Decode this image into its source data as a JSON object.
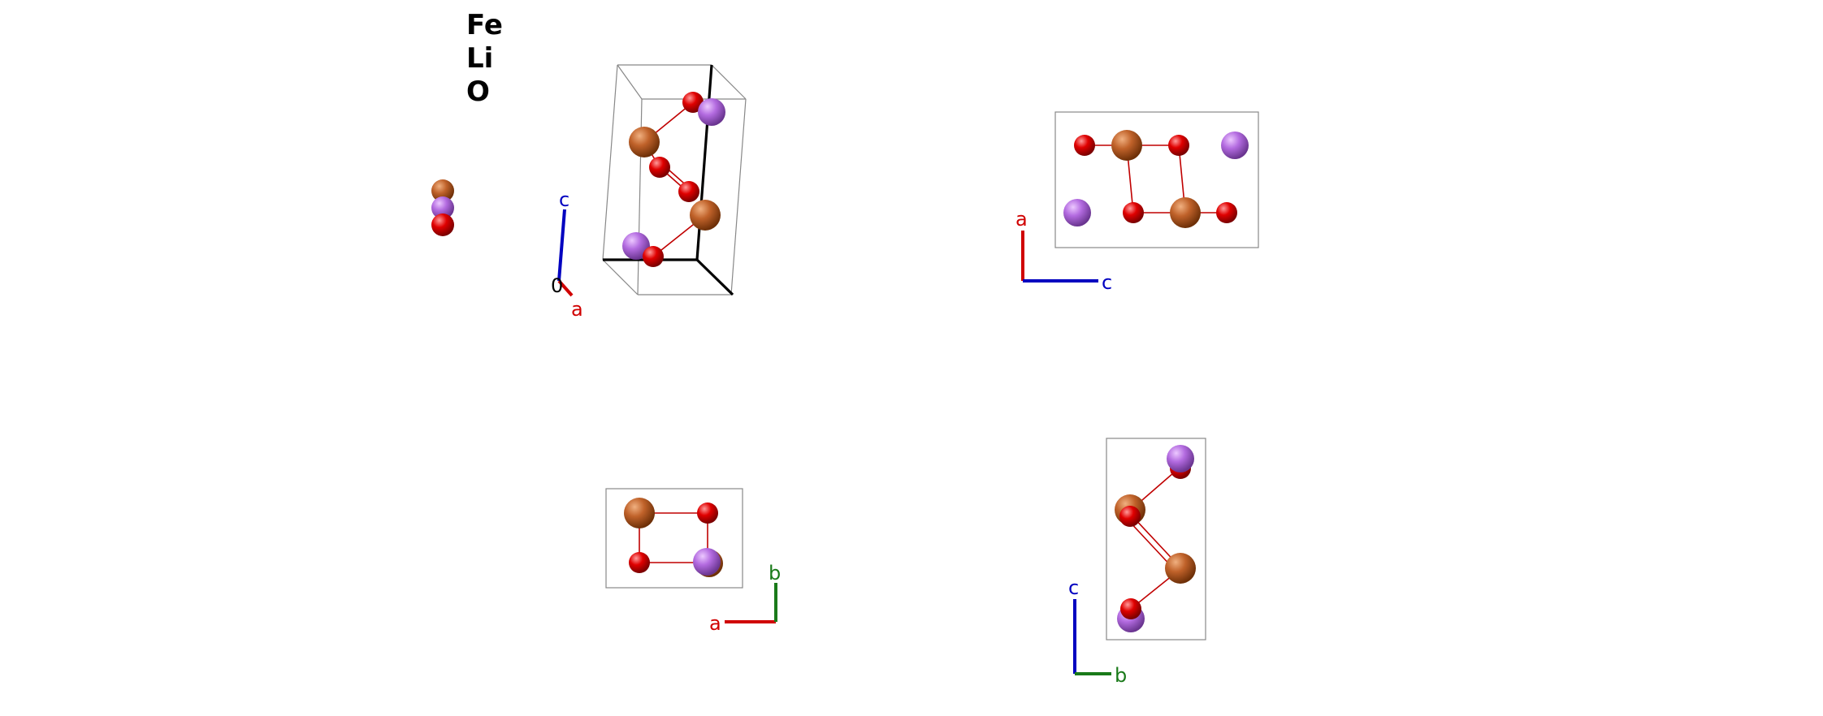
{
  "legend": {
    "elements": [
      "Fe",
      "Li",
      "O"
    ]
  },
  "colors": {
    "Fe": "#c0622a",
    "Li": "#b36be0",
    "O": "#e00000",
    "a_axis": "#d00000",
    "b_axis": "#1a7a1a",
    "c_axis": "#0000c0"
  },
  "views": {
    "perspective": {
      "axes": {
        "origin": "0",
        "a": "a",
        "c": "c"
      }
    },
    "view_ac": {
      "axes": {
        "a": "a",
        "c": "c"
      }
    },
    "view_ab": {
      "axes": {
        "a": "a",
        "b": "b"
      }
    },
    "view_bc": {
      "axes": {
        "b": "b",
        "c": "c"
      }
    }
  }
}
